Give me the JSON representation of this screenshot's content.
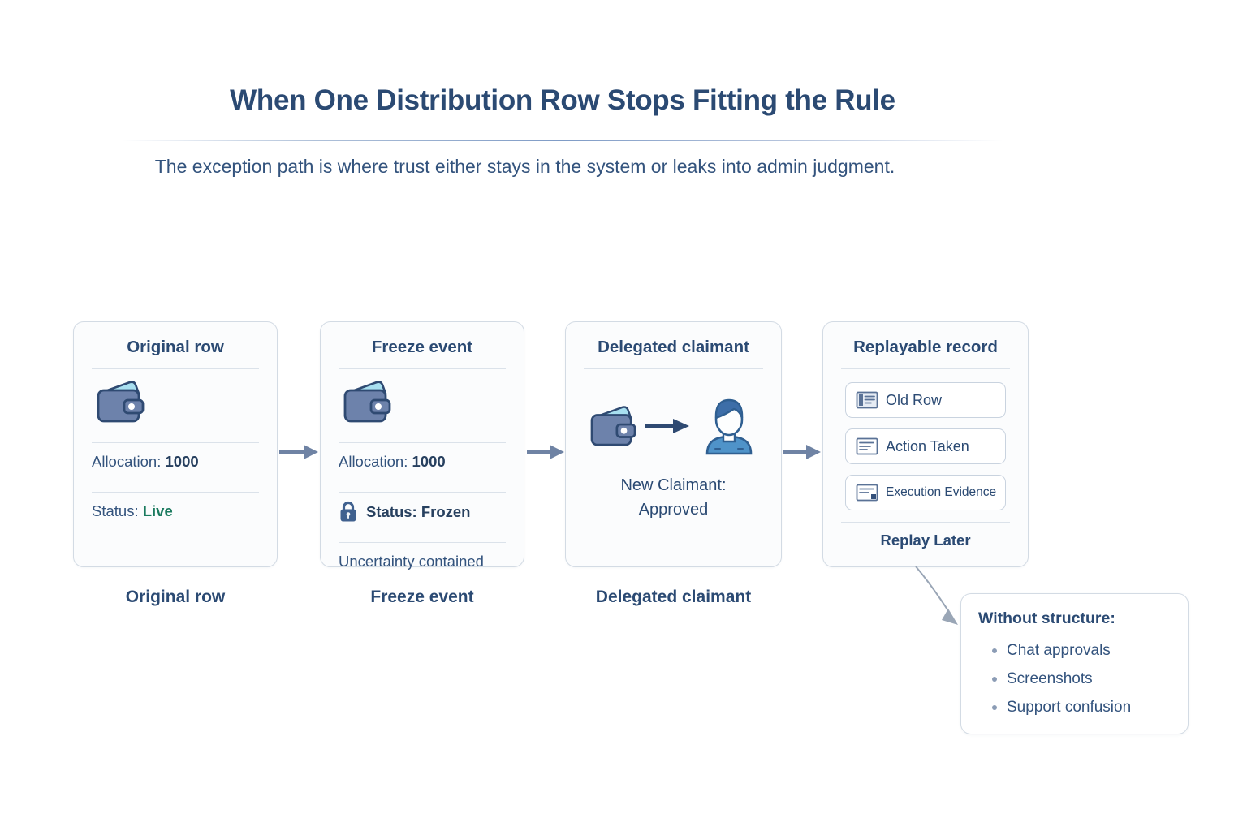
{
  "header": {
    "title": "When One Distribution Row Stops Fitting the Rule",
    "subtitle": "The exception path is where trust either stays in the system or leaks into admin judgment."
  },
  "colors": {
    "title": "#2b4a73",
    "body_text": "#33537d",
    "card_border": "#d3dbe4",
    "card_background": "#fbfcfd",
    "accent_green": "#1a7a5e",
    "arrow": "#6f83a4",
    "wallet_body": "#6d82ab",
    "wallet_flap": "#a8dff0",
    "person_shirt": "#4f93c9",
    "person_hair": "#3d6ea8",
    "lock": "#40618f"
  },
  "cards": [
    {
      "id": "original-row",
      "title": "Original row",
      "icon": "wallet-icon",
      "rows": [
        {
          "label": "Allocation:",
          "value": "1000",
          "value_style": "bold"
        },
        {
          "label": "Status:",
          "value": "Live",
          "value_style": "green"
        }
      ]
    },
    {
      "id": "freeze-event",
      "title": "Freeze event",
      "icon": "wallet-icon",
      "rows": [
        {
          "label": "Allocation:",
          "value": "1000",
          "value_style": "bold"
        },
        {
          "label": "Status: Frozen",
          "value": "",
          "icon": "lock-icon"
        },
        {
          "label": "Uncertainty contained",
          "value": ""
        }
      ]
    },
    {
      "id": "delegated-claimant",
      "title": "Delegated claimant",
      "icon": "wallet-to-person",
      "caption_line1": "New Claimant:",
      "caption_line2": "Approved"
    },
    {
      "id": "replayable-record",
      "title": "Replayable record",
      "pills": [
        {
          "label": "Old Row",
          "icon": "document-filled-icon"
        },
        {
          "label": "Action Taken",
          "icon": "document-lines-icon"
        },
        {
          "label": "Execution Evidence",
          "icon": "document-corner-icon"
        }
      ],
      "footer": "Replay Later"
    }
  ],
  "stage_captions": [
    "Original row",
    "Freeze event",
    "Delegated claimant"
  ],
  "callout": {
    "title": "Without structure:",
    "items": [
      "Chat approvals",
      "Screenshots",
      "Support confusion"
    ]
  }
}
